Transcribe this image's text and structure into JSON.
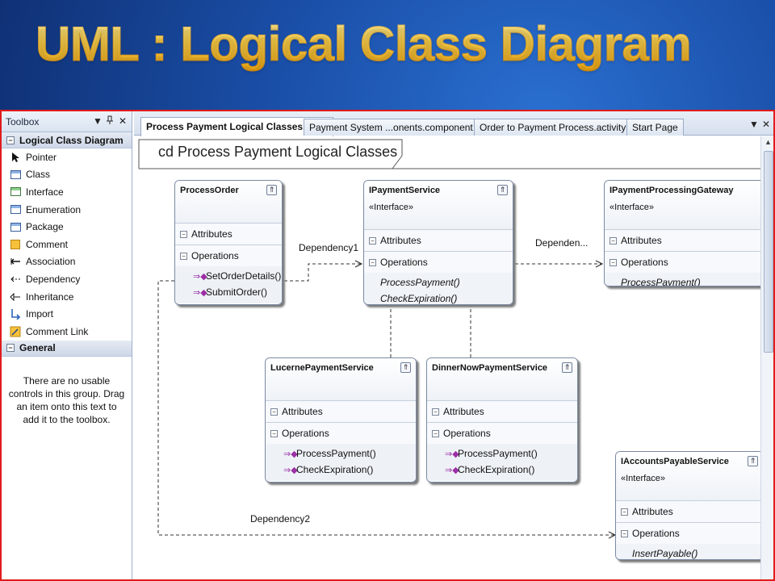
{
  "slide": {
    "title": "UML : Logical Class Diagram"
  },
  "toolbox": {
    "title": "Toolbox",
    "controls": [
      "▼",
      "📌",
      "✕"
    ],
    "groups": [
      {
        "label": "Logical Class Diagram",
        "toggle": "⊟",
        "items": [
          {
            "label": "Pointer",
            "icon": "pointer-icon"
          },
          {
            "label": "Class",
            "icon": "class-icon"
          },
          {
            "label": "Interface",
            "icon": "interface-icon"
          },
          {
            "label": "Enumeration",
            "icon": "enumeration-icon"
          },
          {
            "label": "Package",
            "icon": "package-icon"
          },
          {
            "label": "Comment",
            "icon": "comment-icon"
          },
          {
            "label": "Association",
            "icon": "association-icon"
          },
          {
            "label": "Dependency",
            "icon": "dependency-icon"
          },
          {
            "label": "Inheritance",
            "icon": "inheritance-icon"
          },
          {
            "label": "Import",
            "icon": "import-icon"
          },
          {
            "label": "Comment Link",
            "icon": "comment-link-icon"
          }
        ]
      },
      {
        "label": "General",
        "toggle": "⊟",
        "empty_text": "There are no usable controls in this group. Drag an item onto this text to add it to the toolbox."
      }
    ]
  },
  "tabs": [
    {
      "label": "Process Payment Logical Classes.lcd",
      "active": true
    },
    {
      "label": "Payment System ...onents.component",
      "active": false
    },
    {
      "label": "Order to Payment Process.activity",
      "active": false
    },
    {
      "label": "Start Page",
      "active": false
    }
  ],
  "tab_controls": {
    "dropdown": "▼",
    "close": "✕"
  },
  "diagram": {
    "frame_title": "cd Process Payment Logical Classes",
    "classes": {
      "process_order": {
        "name": "ProcessOrder",
        "attributes": "Attributes",
        "operations": "Operations",
        "ops": [
          "SetOrderDetails()",
          "SubmitOrder()"
        ]
      },
      "ipayment_service": {
        "name": "IPaymentService",
        "stereotype": "«Interface»",
        "attributes": "Attributes",
        "operations": "Operations",
        "ops": [
          "ProcessPayment()",
          "CheckExpiration()"
        ]
      },
      "ipayment_gateway": {
        "name": "IPaymentProcessingGateway",
        "stereotype": "«Interface»",
        "attributes": "Attributes",
        "operations": "Operations",
        "ops": [
          "ProcessPayment()"
        ]
      },
      "lucerne": {
        "name": "LucernePaymentService",
        "attributes": "Attributes",
        "operations": "Operations",
        "ops": [
          "ProcessPayment()",
          "CheckExpiration()"
        ]
      },
      "dinnernow": {
        "name": "DinnerNowPaymentService",
        "attributes": "Attributes",
        "operations": "Operations",
        "ops": [
          "ProcessPayment()",
          "CheckExpiration()"
        ]
      },
      "iaccounts": {
        "name": "IAccountsPayableService",
        "stereotype": "«Interface»",
        "attributes": "Attributes",
        "operations": "Operations",
        "ops": [
          "InsertPayable()"
        ]
      }
    },
    "connectors": {
      "dep1": "Dependency1",
      "dep_gateway": "Dependen...",
      "dep2": "Dependency2"
    },
    "symbols": {
      "collapse": "⇑",
      "section_toggle": "−",
      "op_icon": "⇒◆"
    }
  }
}
